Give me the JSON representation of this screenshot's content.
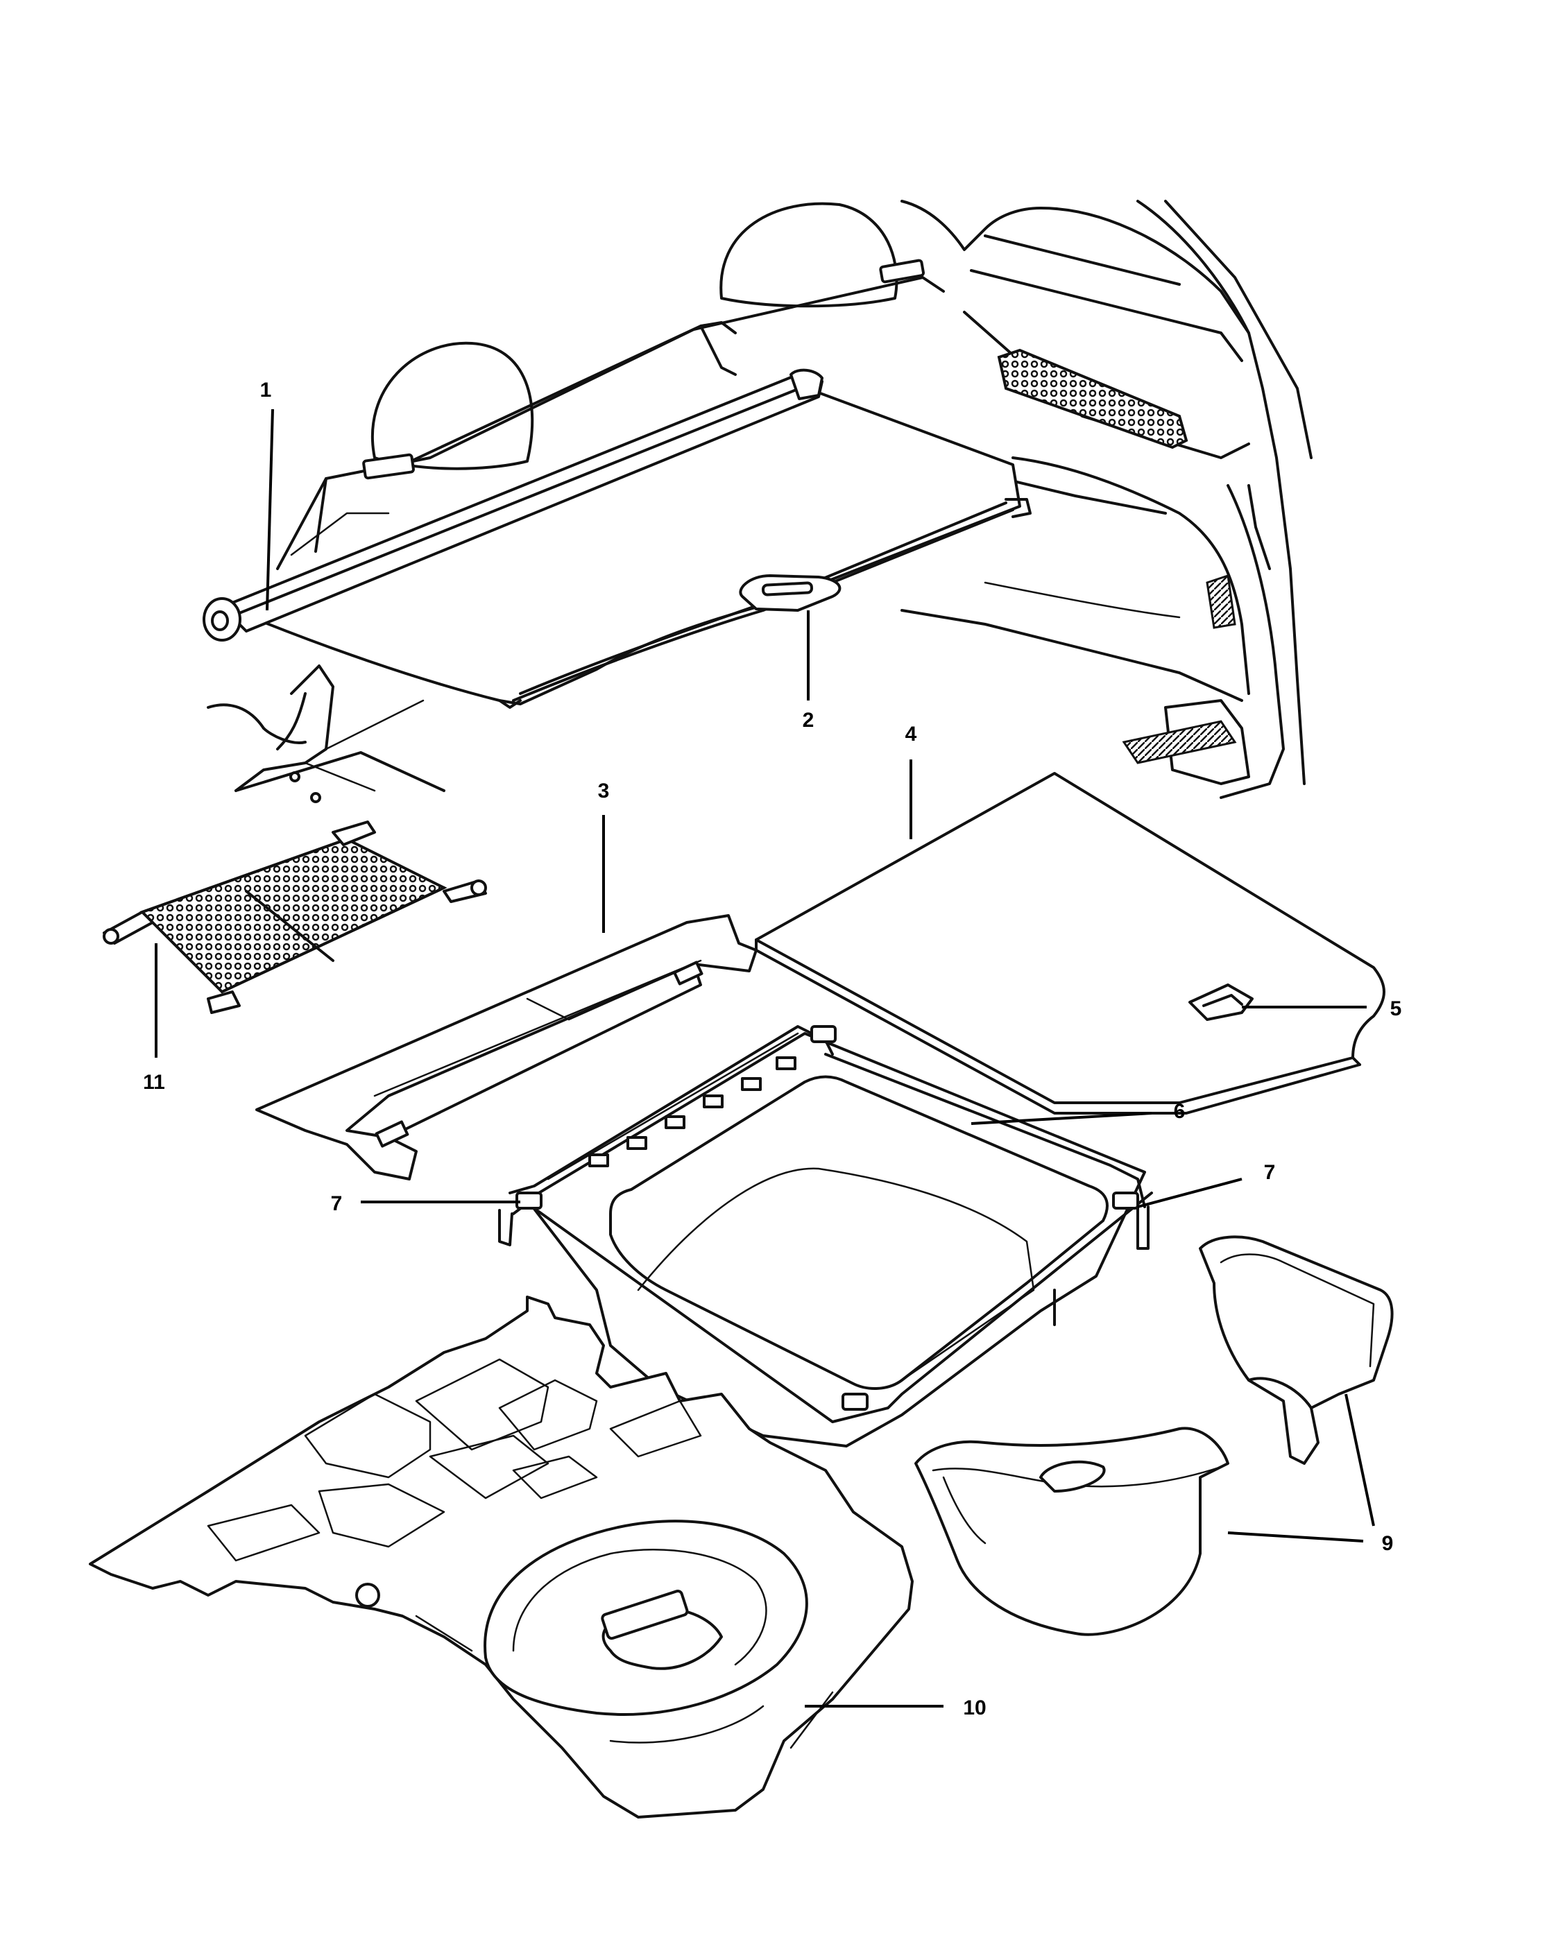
{
  "callouts": [
    {
      "id": "1",
      "label": "1"
    },
    {
      "id": "2",
      "label": "2"
    },
    {
      "id": "3",
      "label": "3"
    },
    {
      "id": "4",
      "label": "4"
    },
    {
      "id": "5",
      "label": "5"
    },
    {
      "id": "6",
      "label": "6"
    },
    {
      "id": "7a",
      "label": "7"
    },
    {
      "id": "7b",
      "label": "7"
    },
    {
      "id": "9",
      "label": "9"
    },
    {
      "id": "10",
      "label": "10"
    },
    {
      "id": "11",
      "label": "11"
    }
  ]
}
